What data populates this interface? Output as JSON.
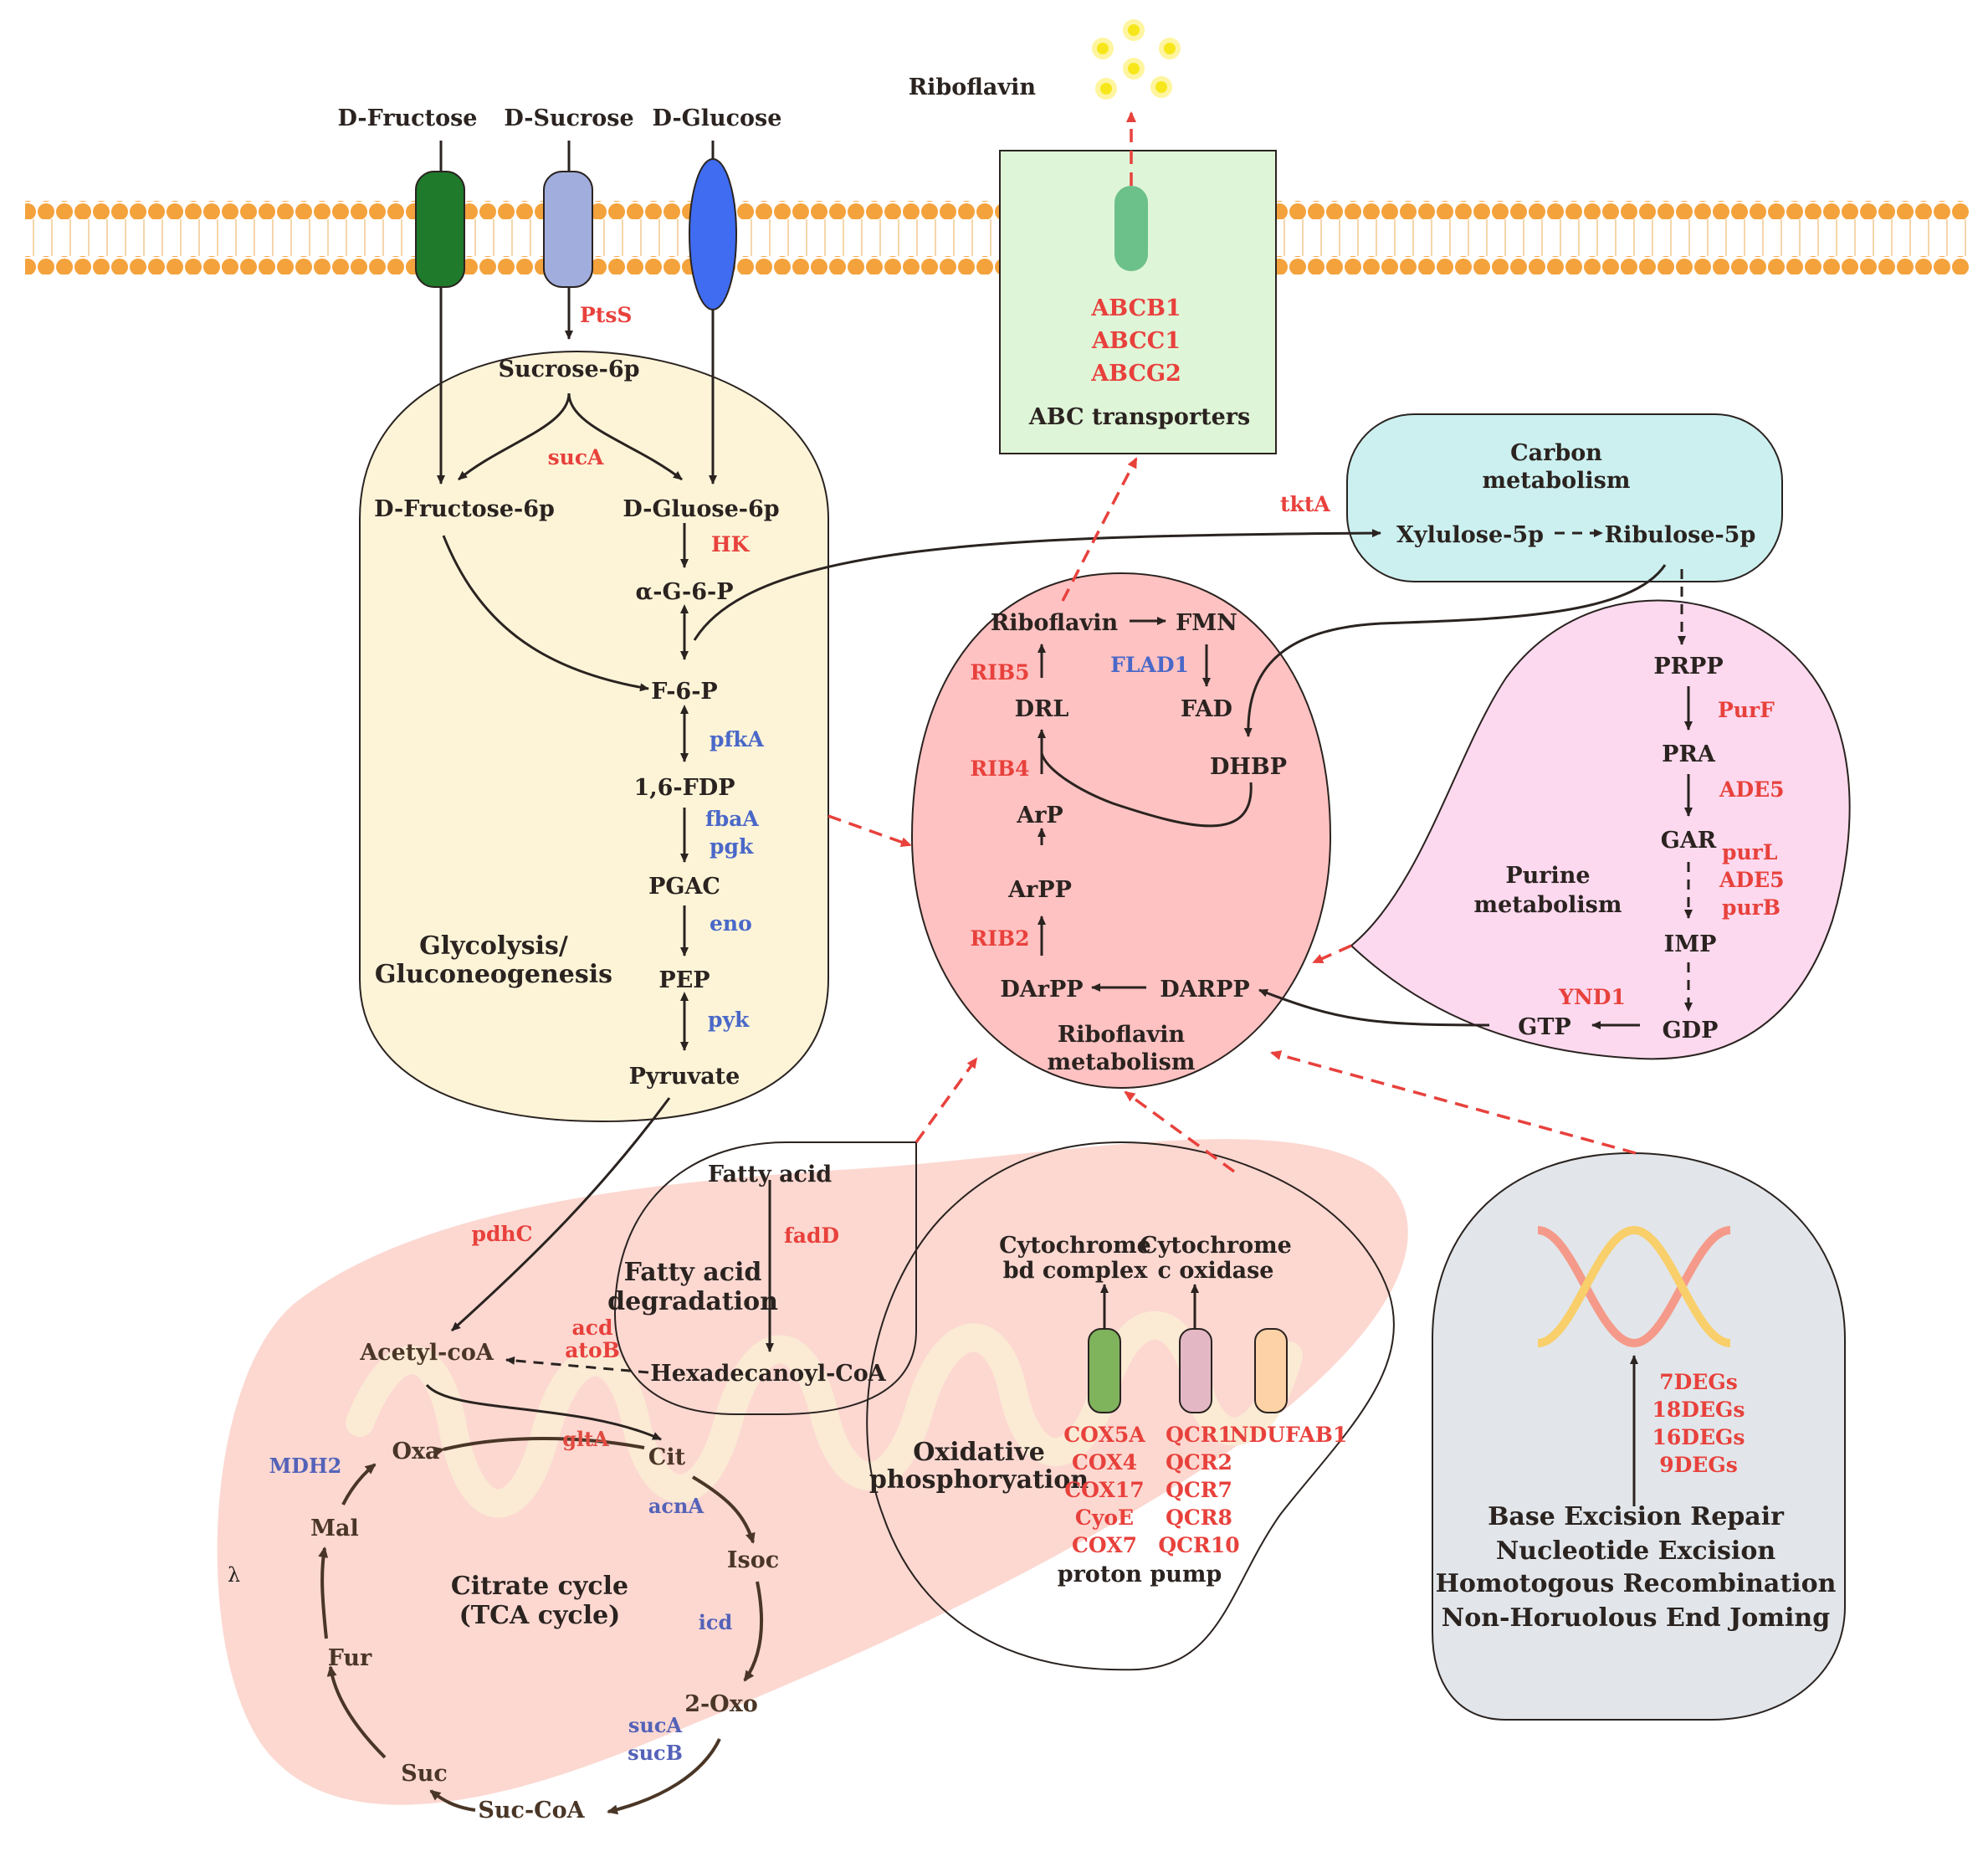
{
  "colors": {
    "membrane": "#f4a23c",
    "glycolysis_fill": "#fdf4d8",
    "riboflavin_fill": "#ffc2c2",
    "carbon_fill": "#ccf0f0",
    "purine_fill": "#fcd9ee",
    "abc_fill": "#dff5d8",
    "dna_box_fill": "#e2e6ea",
    "mito_fill": "#fcd6cf",
    "enzyme_red": "#e8413c",
    "enzyme_blue": "#4a68c8"
  },
  "transporters": {
    "fructose": "D-Fructose",
    "sucrose": "D-Sucrose",
    "glucose": "D-Glucose",
    "ptss": "PtsS"
  },
  "riboflavin_export": {
    "label": "Riboflavin",
    "genes": [
      "ABCB1",
      "ABCC1",
      "ABCG2"
    ],
    "box_title": "ABC transporters"
  },
  "glycolysis": {
    "sucrose6p": "Sucrose-6p",
    "suca": "sucA",
    "fructose6p": "D-Fructose-6p",
    "glucose6p": "D-Gluose-6p",
    "hk": "HK",
    "ag6p": "α-G-6-P",
    "f6p": "F-6-P",
    "pfka": "pfkA",
    "fdp": "1,6-FDP",
    "fbaa": "fbaA",
    "pgk": "pgk",
    "pgac": "PGAC",
    "eno": "eno",
    "pep": "PEP",
    "pyk": "pyk",
    "pyruvate": "Pyruvate",
    "title_line1": "Glycolysis/",
    "title_line2": "Gluconeogenesis"
  },
  "carbon": {
    "title_line1": "Carbon",
    "title_line2": "metabolism",
    "tkta": "tktA",
    "xylulose": "Xylulose-5p",
    "ribulose": "Ribulose-5p"
  },
  "riboflavin": {
    "riboflavin": "Riboflavin",
    "fmn": "FMN",
    "flad1": "FLAD1",
    "rib5": "RIB5",
    "drl": "DRL",
    "fad": "FAD",
    "rib4": "RIB4",
    "dhbp": "DHBP",
    "arp": "ArP",
    "arpp": "ArPP",
    "rib2": "RIB2",
    "darpp_left": "DArPP",
    "darpp_right": "DARPP",
    "title_line1": "Riboflavin",
    "title_line2": "metabolism"
  },
  "purine": {
    "prpp": "PRPP",
    "purf": "PurF",
    "pra": "PRA",
    "ade5": "ADE5",
    "gar": "GAR",
    "purl": "purL",
    "ade5b": "ADE5",
    "purb": "purB",
    "title_line1": "Purine",
    "title_line2": "metabolism",
    "imp": "IMP",
    "ynd1": "YND1",
    "gtp": "GTP",
    "gdp": "GDP"
  },
  "fatty": {
    "fatty_acid": "Fatty acid",
    "fadd": "fadD",
    "title_line1": "Fatty acid",
    "title_line2": "degradation",
    "acd": "acd",
    "atob": "atoB",
    "hexa": "Hexadecanoyl-CoA"
  },
  "oxphos": {
    "cyt_bd_1": "Cytochrome",
    "cyt_bd_2": "bd complex",
    "cyt_c_1": "Cytochrome",
    "cyt_c_2": "c oxidase",
    "title_line1": "Oxidative",
    "title_line2": "phosphoryation",
    "cox_genes": [
      "COX5A",
      "COX4",
      "COX17",
      "CyoE",
      "COX7"
    ],
    "qcr_genes": [
      "QCR1",
      "QCR2",
      "QCR7",
      "QCR8",
      "QCR10"
    ],
    "ndufab1": "NDUFAB1",
    "proton_pump": "proton pump"
  },
  "dna": {
    "degs": [
      "7DEGs",
      "18DEGs",
      "16DEGs",
      "9DEGs"
    ],
    "pathways": [
      "Base Excision Repair",
      "Nucleotide Excision",
      "Homotogous Recombination",
      "Non-Horuolous End Joming"
    ]
  },
  "tca": {
    "pdhc": "pdhC",
    "acetyl": "Acetyl-coA",
    "glta": "gltA",
    "oxa": "Oxa",
    "cit": "Cit",
    "mdh2": "MDH2",
    "acna": "acnA",
    "mal": "Mal",
    "isoc": "Isoc",
    "title_line1": "Citrate cycle",
    "title_line2": "(TCA cycle)",
    "icd": "icd",
    "fur": "Fur",
    "oxo": "2-Oxo",
    "suca": "sucA",
    "sucb": "sucB",
    "suc": "Suc",
    "succoa": "Suc-CoA",
    "lambda": "λ"
  }
}
